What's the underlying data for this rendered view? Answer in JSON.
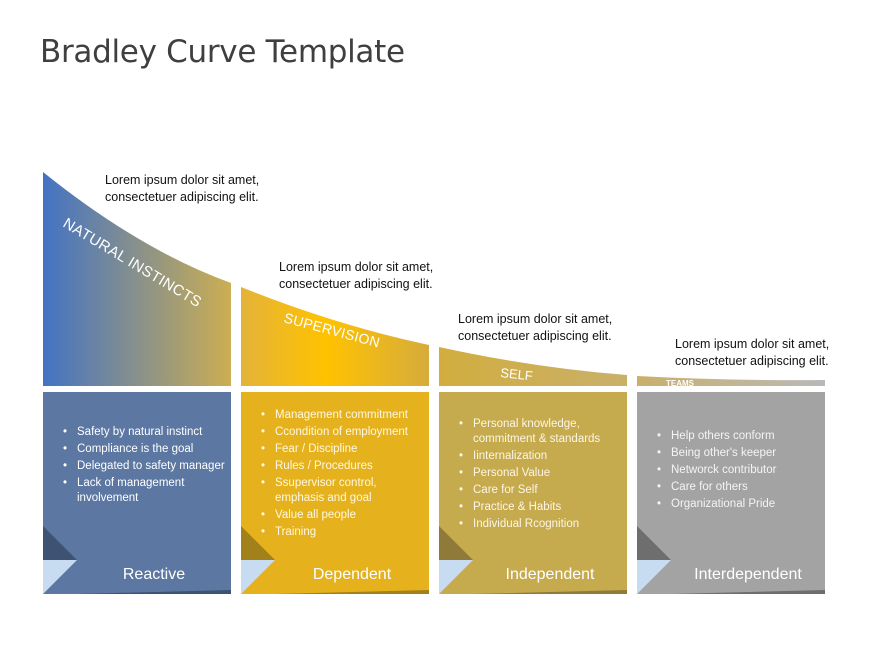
{
  "title": "Bradley Curve Template",
  "stages": [
    {
      "curve_label": "NATURAL INSTINCTS",
      "note": [
        "Lorem ipsum dolor sit amet,",
        "consectetuer adipiscing elit."
      ],
      "items": [
        "Safety by natural instinct",
        "Compliance is the goal",
        "Delegated to safety manager",
        "Lack of management involvement"
      ],
      "name": "Reactive",
      "colors": {
        "panel": "#5b77a2",
        "gradient_start": "#4373c4",
        "gradient_end": "#ccae52",
        "fold_dark": "#3e5373",
        "fold_light": "#c8dcf1",
        "text": "#ffffff"
      }
    },
    {
      "curve_label": "SUPERVISION",
      "note": [
        "Lorem ipsum dolor sit amet,",
        "consectetuer adipiscing elit."
      ],
      "items": [
        "Management commitment",
        "Ccondition of employment",
        "Fear / Discipline",
        "Rules / Procedures",
        "Ssupervisor control, emphasis and goal",
        "Value all people",
        "Training"
      ],
      "name": "Dependent",
      "colors": {
        "panel": "#e5b21e",
        "gradient_start": "#e3b33a",
        "gradient_end": "#d6ac3c",
        "gradient_mid": "#ffc200",
        "fold_dark": "#a2801a",
        "fold_light": "#c8dcf1",
        "text": "#fff7e0"
      }
    },
    {
      "curve_label": "SELF",
      "note": [
        "Lorem ipsum dolor sit amet,",
        "consectetuer adipiscing elit."
      ],
      "items": [
        "Personal knowledge, commitment  & standards",
        "Iinternalization",
        "Personal Value",
        "Care for Self",
        "Practice & Habits",
        "Individual Rcognition"
      ],
      "name": "Independent",
      "colors": {
        "panel": "#c6aa4e",
        "gradient_start": "#d2ad3e",
        "gradient_end": "#c9b06a",
        "fold_dark": "#8f7a3a",
        "fold_light": "#c8dcf1",
        "text": "#fdf6e4"
      }
    },
    {
      "curve_label": "TEAMS",
      "note": [
        "Lorem ipsum dolor sit amet,",
        "consectetuer adipiscing elit."
      ],
      "items": [
        "Help others conform",
        "Being other's keeper",
        "Networck contributor",
        "Care for others",
        "Organizational Pride"
      ],
      "name": "Interdependent",
      "colors": {
        "panel": "#a3a3a3",
        "gradient_start": "#c9b06a",
        "gradient_end": "#b9b9b9",
        "fold_dark": "#6e6e6e",
        "fold_light": "#c8dcf1",
        "text": "#f4f4f4"
      }
    }
  ]
}
